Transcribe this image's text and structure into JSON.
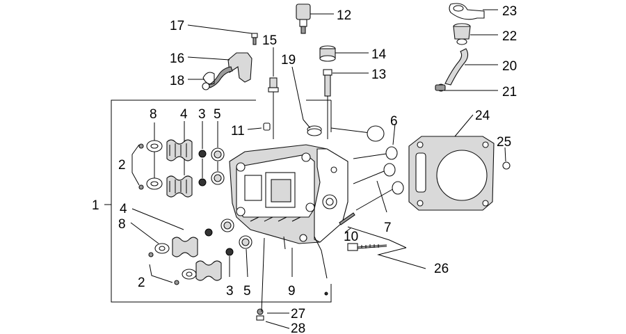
{
  "callouts": [
    "1",
    "2",
    "2",
    "3",
    "3",
    "4",
    "4",
    "5",
    "5",
    "6",
    "7",
    "8",
    "8",
    "9",
    "10",
    "11",
    "12",
    "13",
    "14",
    "15",
    "16",
    "17",
    "18",
    "19",
    "20",
    "21",
    "22",
    "23",
    "24",
    "25",
    "26",
    "27",
    "28"
  ],
  "colors": {
    "line": "#000000",
    "part_fill": "#d9d9d9",
    "background": "#ffffff"
  }
}
